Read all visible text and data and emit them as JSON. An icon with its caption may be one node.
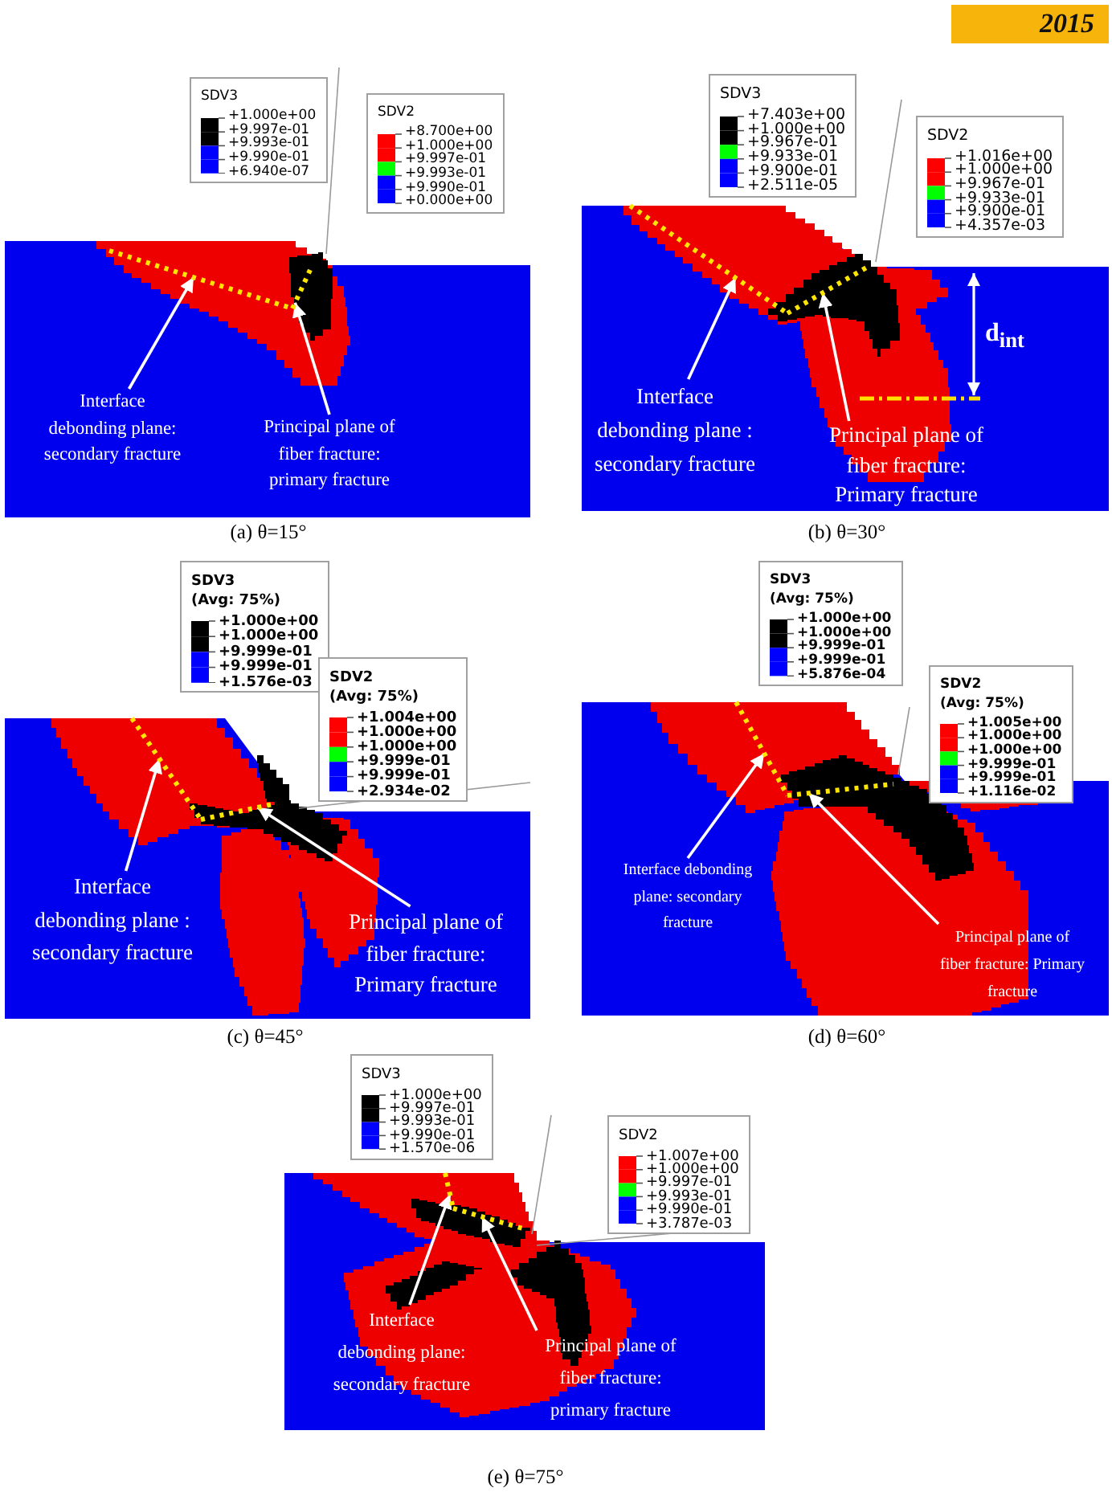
{
  "diagram": {
    "nodes": [
      {
        "text": [
          "SDV3",
          "+1.000e+00",
          "+9.997e-01",
          "+9.993e-01",
          "+9.990e-01",
          "+6.940e-07"
        ]
      },
      {
        "text": [
          "SDV2",
          "+8.700e+00",
          "+1.000e+00",
          "+9.997e-01",
          "+9.993e-01",
          "+9.990e-01",
          "+0.000e+00"
        ]
      },
      {
        "text": [],
        "shape": "line"
      },
      {
        "text": [],
        "shape": "line"
      },
      {
        "text": [
          "Interface debonding plane: secondary fracture"
        ]
      },
      {
        "text": [
          "Principal plane of fiber fracture: primary fracture"
        ]
      },
      {
        "text": [
          "SDV3",
          "+7.403e+00",
          "+1.000e+00",
          "+9.967e-01",
          "+9.933e-01",
          "+9.900e-01",
          "+2.511e-05"
        ]
      },
      {
        "text": [
          "SDV2",
          "+1.016e+00",
          "+1.000e+00",
          "+9.967e-01",
          "+9.933e-01",
          "+9.900e-01",
          "+4.357e-03"
        ]
      },
      {
        "text": [],
        "shape": "line"
      },
      {
        "text": [],
        "shape": "line"
      },
      {
        "text": [
          "Interface debonding plane : secondary fracture"
        ]
      },
      {
        "text": [
          "Principal plane of fiber fracture: Primary fracture"
        ]
      },
      {
        "text": [
          "SDV3",
          "(Avg: 75%)",
          "+1.000e+00",
          "+1.000e+00",
          "+9.999e-01",
          "+9.999e-01",
          "+1.576e-03"
        ]
      },
      {
        "text": [
          "SDV2",
          "(Avg: 75%)",
          "+1.004e+00",
          "+1.000e+00",
          "+1.000e+00",
          "+9.999e-01",
          "+9.999e-01",
          "+2.934e-02"
        ]
      },
      {
        "text": [],
        "shape": "line"
      },
      {
        "text": [],
        "shape": "line"
      },
      {
        "text": [
          "Interface debonding plane : secondary fracture"
        ]
      },
      {
        "text": [
          "Principal plane of fiber fracture: Primary fracture"
        ]
      },
      {
        "text": [
          "SDV3",
          "(Avg: 75%)",
          "+1.000e+00",
          "+1.000e+00",
          "+9.999e-01",
          "+9.999e-01",
          "+5.876e-04"
        ]
      },
      {
        "text": [
          "SDV2",
          "(Avg: 75%)",
          "+1.005e+00",
          "+1.000e+00",
          "+1.000e+00",
          "+9.999e-01",
          "+9.999e-01",
          "+1.116e-02"
        ]
      },
      {
        "text": [],
        "shape": "line"
      },
      {
        "text": [],
        "shape": "line"
      },
      {
        "text": [
          "Interface debonding plane: secondary fracture"
        ]
      },
      {
        "text": [
          "Principal plane of fiber fracture: Primary fracture"
        ]
      },
      {
        "text": [
          "SDV3",
          "+1.000e+00",
          "+9.997e-01",
          "+9.993e-01",
          "+9.990e-01",
          "+1.570e-06"
        ]
      },
      {
        "text": [
          "SDV2",
          "+1.007e+00",
          "+1.000e+00",
          "+9.997e-01",
          "+9.993e-01",
          "+9.990e-01",
          "+3.787e-03"
        ]
      },
      {
        "text": [],
        "shape": "line"
      },
      {
        "text": [],
        "shape": "line"
      },
      {
        "text": [
          "Interface debonding plane: secondary fracture"
        ]
      },
      {
        "text": [
          "Principal plane of fiber fracture: primary fracture"
        ]
      }
    ],
    "edges": [
      {
        "from": 4,
        "to": 2,
        "arrow": "to"
      },
      {
        "from": 5,
        "to": 3,
        "arrow": "to"
      },
      {
        "from": 10,
        "to": 8,
        "arrow": "to"
      },
      {
        "from": 11,
        "to": 9,
        "arrow": "to"
      },
      {
        "from": 16,
        "to": 14,
        "arrow": "to"
      },
      {
        "from": 17,
        "to": 15,
        "arrow": "to"
      },
      {
        "from": 22,
        "to": 20,
        "arrow": "to"
      },
      {
        "from": 23,
        "to": 21,
        "arrow": "to"
      },
      {
        "from": 28,
        "to": 26,
        "arrow": "to"
      },
      {
        "from": 29,
        "to": 27,
        "arrow": "to"
      }
    ],
    "labels": [
      "2015",
      "d$_{int}$",
      "(a) θ=15°",
      "(b) θ=30°",
      "(c) θ=45°",
      "(d) θ=60°",
      "(e) θ=75°"
    ]
  }
}
